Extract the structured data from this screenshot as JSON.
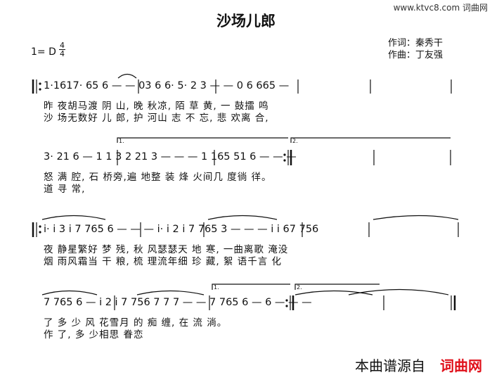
{
  "watermark_top": "www.ktvc8.com 词曲网",
  "title": "沙场儿郎",
  "key": "1= D",
  "meter": {
    "top": "4",
    "bottom": "4"
  },
  "credits": {
    "lyricist": "作词：秦秀干",
    "composer": "作曲：丁友强"
  },
  "rows": [
    {
      "notes": "1·1617· 65 6 — — 03 6 6· 5· 2 3 — — 0 6 665 —",
      "lyrics": [
        "昨 夜胡马渡  阴   山,          晚 秋凉, 陌 草  黄,            一 鼓擂 鸣",
        "沙 场无数好  儿   郎,          护 河山  志 不  忘,            悲 欢离 合,"
      ]
    },
    {
      "notes": "3· 21 6 — 1 1 3 2 21 3 — — — 1 165 51 6 — — —",
      "lyrics": [
        "怒  满 腔,     石 桥旁,遍 地整 装               烽 火间几 度徜  徉。",
        "道  寻 常,"
      ]
    },
    {
      "notes": "i· i 3 i 7 765 6 — — — i· i 2 i 7 765 3 — — — i i 67 756",
      "lyrics": [
        "夜 静星繁好   梦   残,       秋 风瑟瑟天   地   寒,         一曲离歌   淹没",
        "烟 雨风霜当   干   粮,       梳 理流年细   珍   藏,         絮 语千言     化"
      ]
    },
    {
      "notes": "7 765 6 — i 2 i 7 756 7 7 7 — — 7 765 6 — 6 — — —",
      "lyrics": [
        "了    多  少        风 花雪月    的    痴 缠,          在   流  淌。",
        "作    了,     多  少相思   眷恋"
      ]
    }
  ],
  "source_label": "本曲谱源自",
  "site_label": "词曲网"
}
